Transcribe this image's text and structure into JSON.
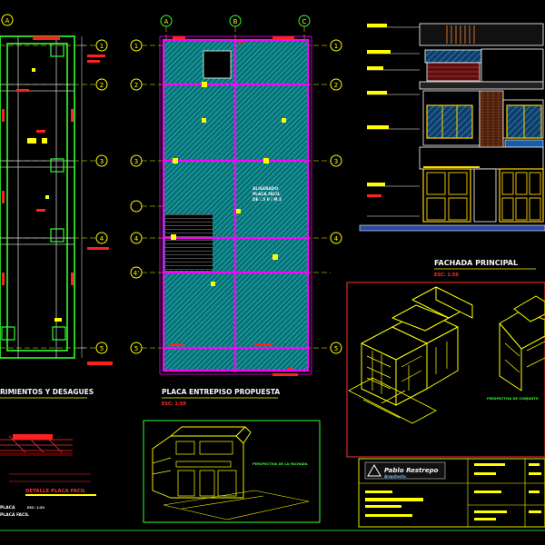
{
  "sheet": {
    "cimientos_title": "RIMIENTOS Y DESAGUES",
    "placa_title": "PLACA ENTREPISO PROPUESTA",
    "placa_scale": "ESC: 1:50",
    "aligerado_line1": "ALIGERADO",
    "aligerado_line2": "PLACA FACIL",
    "aligerado_line3": "DE : 5 0 / M 2",
    "fachada_title": "FACHADA PRINCIPAL",
    "fachada_scale": "ESC: 1:50",
    "iso_small_label": "PERSPECTIVA DE LA FACHADA",
    "iso_large_label": "PERSPECTIVA DE CONJUNTO",
    "detail_title": "DETALLE PLACA FACIL",
    "detail_note1": "PLACA",
    "detail_note2": "PLACA FACIL",
    "detail_note3": "ESC: 1:20",
    "titleblock_name": "Pablo Restrepo",
    "titleblock_sub": "Arquitecto"
  },
  "grid": {
    "left_letters": [
      "A"
    ],
    "left_numbers": [
      "1",
      "2",
      "3",
      "4",
      "5"
    ],
    "mid_letters": [
      "A",
      "B",
      "C"
    ],
    "mid_numbers": [
      "1",
      "2",
      "3",
      "4",
      "4'",
      "5"
    ]
  },
  "colors": {
    "background": "#000000",
    "wall": "#ff00ff",
    "hatch": "#00a5a5",
    "dim": "#ff2020",
    "grid_line": "#ffff00",
    "frame": "#ff3030",
    "accent_green": "#30ff30"
  }
}
